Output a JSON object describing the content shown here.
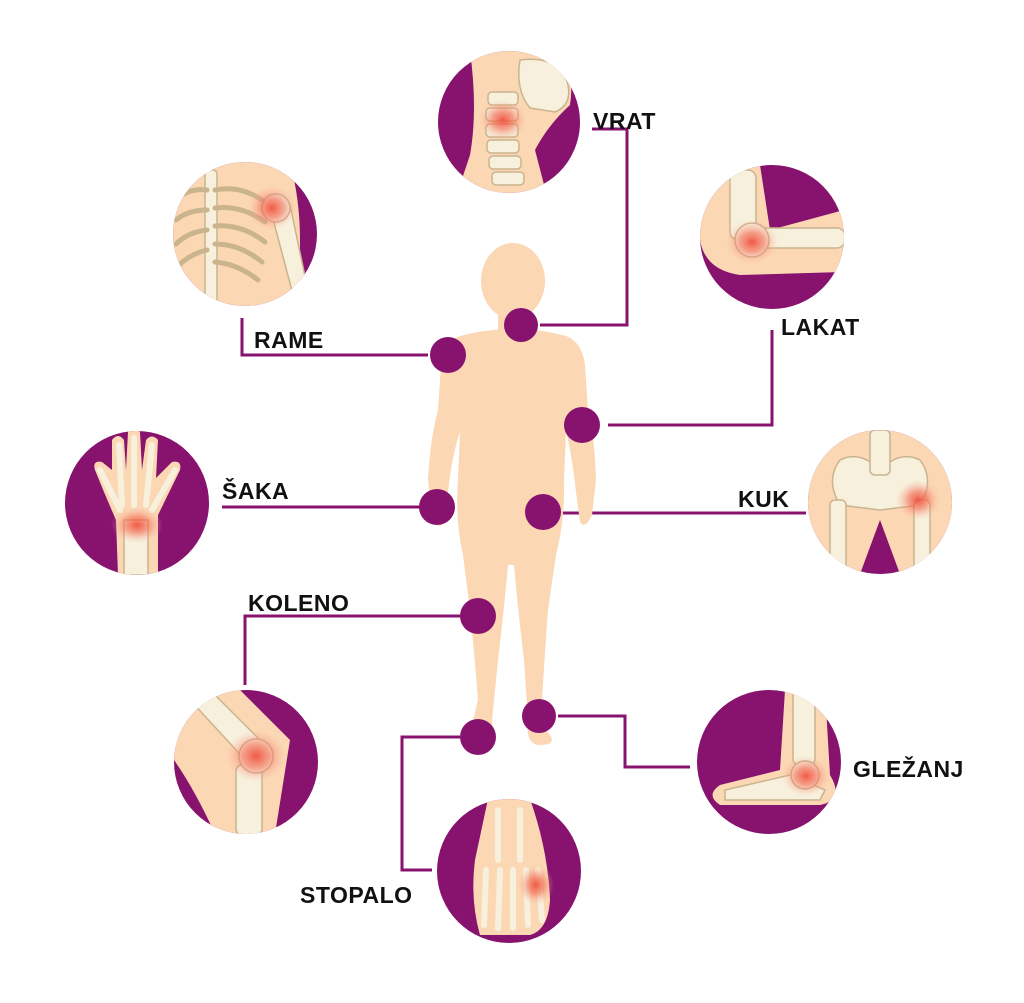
{
  "labels": {
    "vrat": "VRAT",
    "rame": "RAME",
    "lakat": "LAKAT",
    "saka": "ŠAKA",
    "kuk": "KUK",
    "koleno": "KOLENO",
    "glezanj": "GLEŽANJ",
    "stopalo": "STOPALO"
  },
  "colors": {
    "accent": "#87136f",
    "skin": "#fbd7b4",
    "bone": "#f7f0dc",
    "bone_outline": "#c9b48e",
    "pain": "#f0523e",
    "label_text": "#111111"
  }
}
